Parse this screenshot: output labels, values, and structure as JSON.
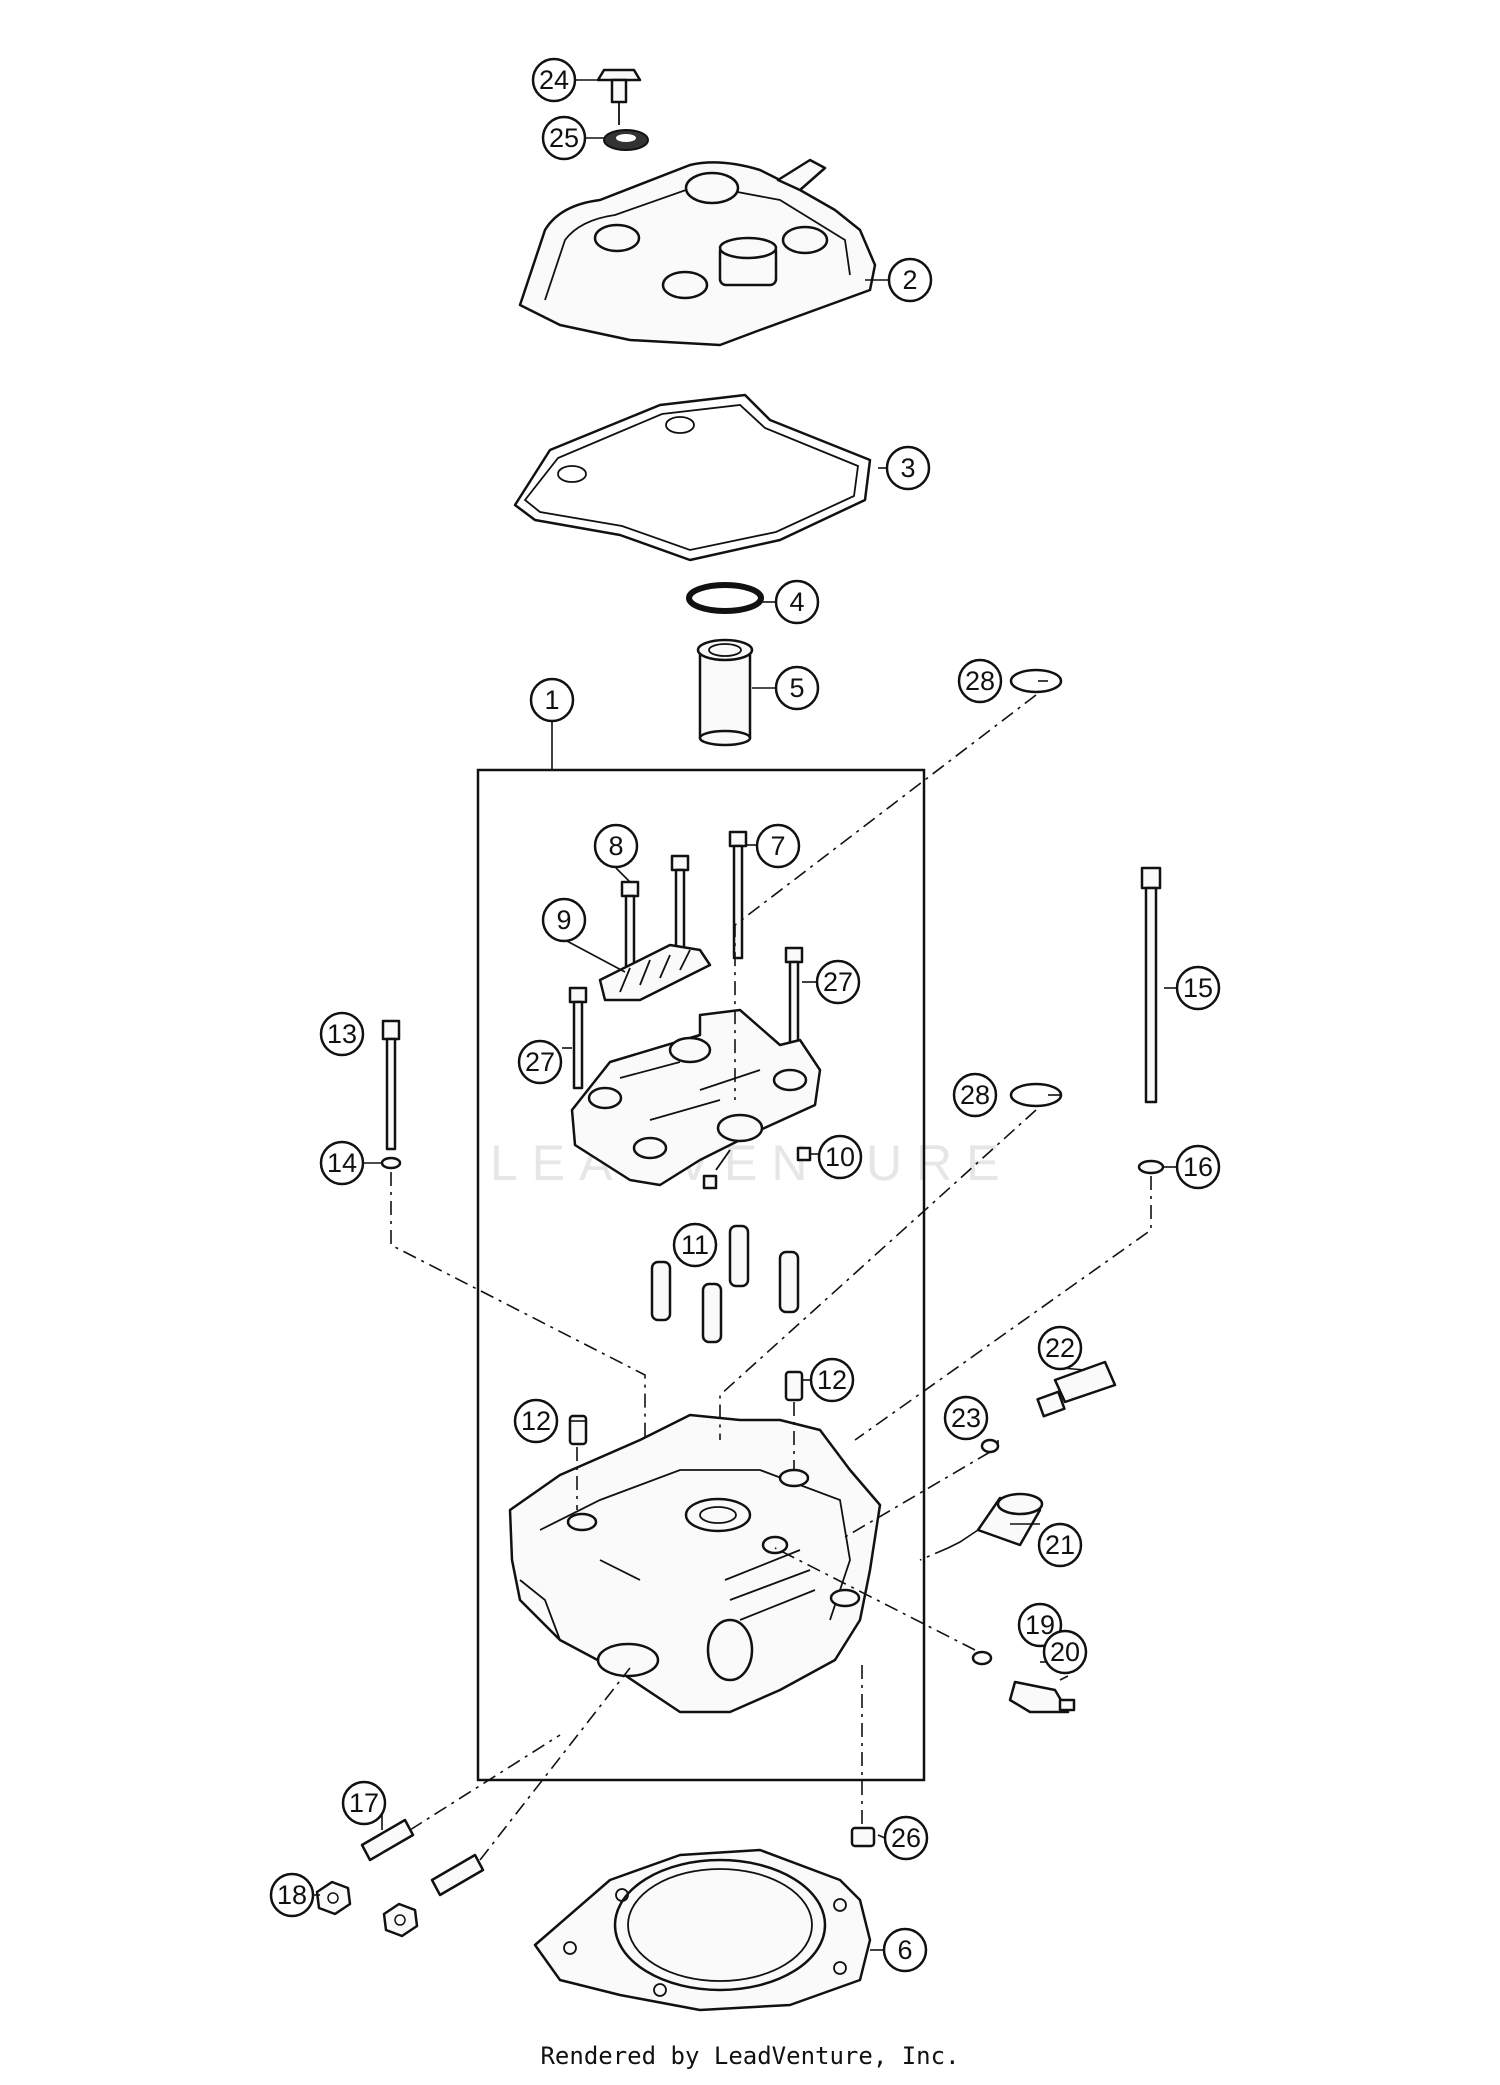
{
  "watermark": "LEADVENTURE",
  "footer": "Rendered by LeadVenture, Inc.",
  "callouts": [
    "1",
    "2",
    "3",
    "4",
    "5",
    "6",
    "7",
    "8",
    "9",
    "10",
    "11",
    "12",
    "12",
    "13",
    "14",
    "15",
    "16",
    "17",
    "18",
    "19",
    "20",
    "21",
    "22",
    "23",
    "24",
    "25",
    "26",
    "27",
    "27",
    "28",
    "28"
  ]
}
